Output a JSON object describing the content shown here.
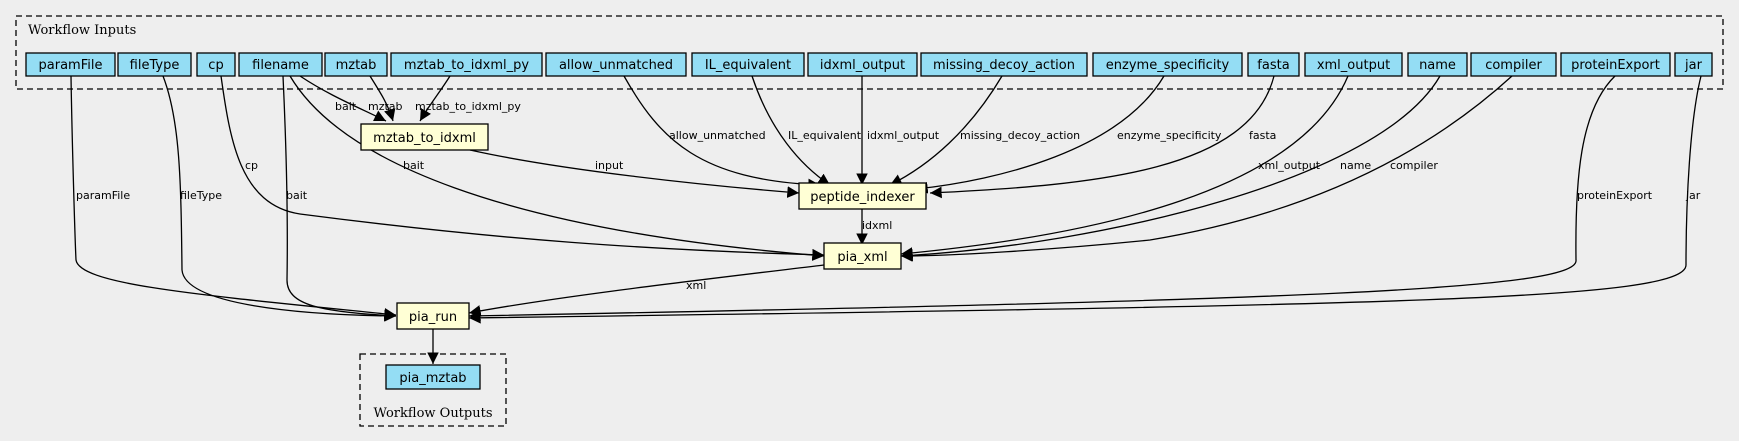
{
  "inputs_title": "Workflow Inputs",
  "outputs_title": "Workflow Outputs",
  "inputs": {
    "paramFile": "paramFile",
    "fileType": "fileType",
    "cp": "cp",
    "filename": "filename",
    "mztab": "mztab",
    "mztab_to_idxml_py": "mztab_to_idxml_py",
    "allow_unmatched": "allow_unmatched",
    "IL_equivalent": "IL_equivalent",
    "idxml_output": "idxml_output",
    "missing_decoy_action": "missing_decoy_action",
    "enzyme_specificity": "enzyme_specificity",
    "fasta": "fasta",
    "xml_output": "xml_output",
    "name": "name",
    "compiler": "compiler",
    "proteinExport": "proteinExport",
    "jar": "jar"
  },
  "steps": {
    "mztab_to_idxml": "mztab_to_idxml",
    "peptide_indexer": "peptide_indexer",
    "pia_xml": "pia_xml",
    "pia_run": "pia_run"
  },
  "outputs": {
    "pia_mztab": "pia_mztab"
  },
  "edges": {
    "filename_to_mztab_to_idxml": "bait",
    "mztab_to_mztab_to_idxml": "mztab",
    "script_to_mztab_to_idxml": "mztab_to_idxml_py",
    "mztab_to_idxml_to_peptide_indexer": "input",
    "allow_unmatched": "allow_unmatched",
    "IL_equivalent": "IL_equivalent",
    "idxml_output": "idxml_output",
    "missing_decoy_action": "missing_decoy_action",
    "enzyme_specificity": "enzyme_specificity",
    "fasta": "fasta",
    "peptide_indexer_to_pia_xml": "idxml",
    "cp_to_pia_xml": "cp",
    "filename_to_pia_xml": "bait",
    "xml_output": "xml_output",
    "name": "name",
    "compiler": "compiler",
    "paramFile": "paramFile",
    "fileType": "fileType",
    "filename_to_pia_run": "bait",
    "pia_xml_to_pia_run": "xml",
    "proteinExport": "proteinExport",
    "jar": "jar"
  },
  "colors": {
    "input": "#94ddf4",
    "step": "#ffffd5",
    "background": "#eeeeee"
  }
}
